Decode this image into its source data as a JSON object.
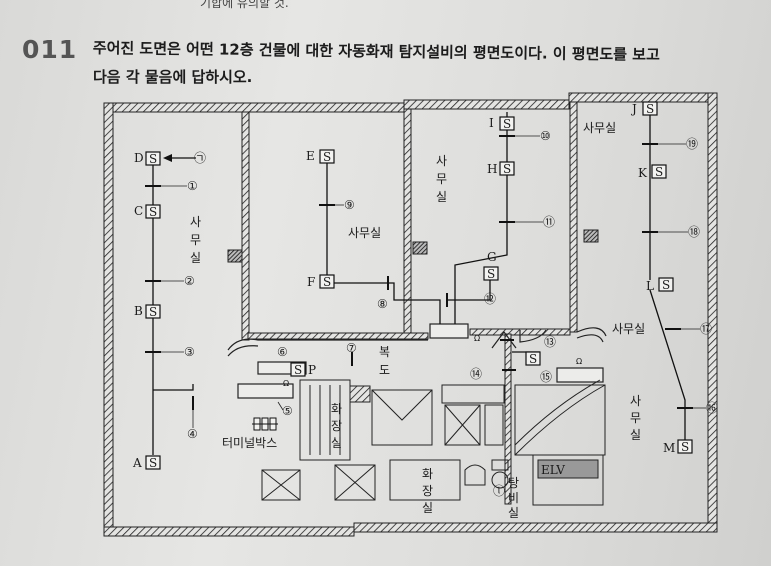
{
  "header": {
    "cut_text": "기합에 유의할 것.",
    "question_number": "011",
    "line1": "주어진 도면은 어떤 12층 건물에 대한 자동화재 탐지설비의 평면도이다. 이 평면도를 보고",
    "line2": "다음 각 물음에 답하시오."
  },
  "plan": {
    "rooms": {
      "office_1": [
        "사",
        "무",
        "실"
      ],
      "office_2": "사무실",
      "office_3": [
        "사",
        "무",
        "실"
      ],
      "office_4": "사무실",
      "office_5": "사무실",
      "office_6": [
        "사",
        "무",
        "실"
      ],
      "corridor": [
        "복",
        "도"
      ],
      "toilet_1": [
        "화",
        "장",
        "실"
      ],
      "toilet_2": [
        "화",
        "장",
        "실"
      ],
      "shower": [
        "탕",
        "비",
        "실"
      ],
      "terminal_box": "터미널박스",
      "elevator": "ELV"
    },
    "detector_symbol": "S",
    "end_mark": "Ω",
    "pump_label": "P",
    "detectors": [
      "A",
      "B",
      "C",
      "D",
      "E",
      "F",
      "G",
      "H",
      "I",
      "J",
      "K",
      "L",
      "M"
    ],
    "circled_numbers": [
      "①",
      "②",
      "③",
      "④",
      "⑤",
      "⑥",
      "⑦",
      "⑧",
      "⑨",
      "⑩",
      "⑪",
      "⑫",
      "⑬",
      "⑭",
      "⑮",
      "⑯",
      "⑰",
      "⑱",
      "⑲"
    ],
    "circled_seven": "㉠",
    "circled_nieun": "ⓛ"
  }
}
